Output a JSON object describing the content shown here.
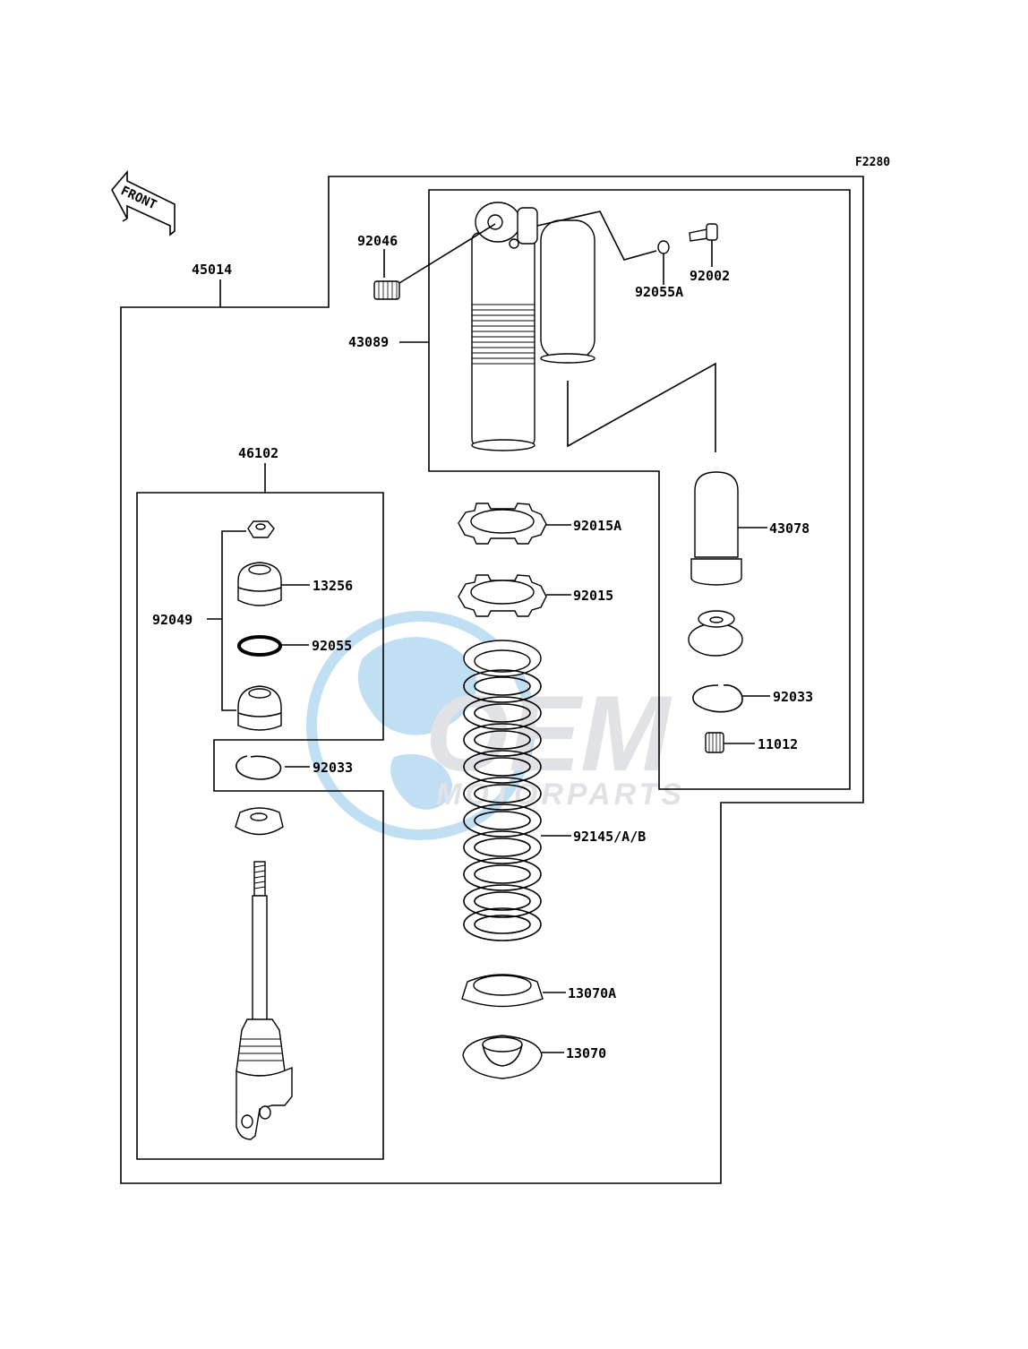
{
  "diagram": {
    "figure_code": "F2280",
    "front_label": "FRONT",
    "colors": {
      "ink": "#000000",
      "paper": "#ffffff",
      "watermark_blue": "#8ec5ea",
      "watermark_gray": "#c9ccd1"
    },
    "watermark": {
      "brand": "OEM",
      "sub": "MOTORPARTS"
    },
    "assemblies": [
      {
        "id": "45014",
        "label": "45014"
      },
      {
        "id": "43089",
        "label": "43089"
      },
      {
        "id": "46102",
        "label": "46102"
      }
    ],
    "parts": {
      "p92046": "92046",
      "p92055A": "92055A",
      "p92002": "92002",
      "p92015A": "92015A",
      "p92015": "92015",
      "p43078": "43078",
      "p13256": "13256",
      "p92049": "92049",
      "p92055": "92055",
      "p92033_right": "92033",
      "p11012": "11012",
      "p92033_left": "92033",
      "p92145": "92145/A/B",
      "p13070A": "13070A",
      "p13070": "13070"
    }
  }
}
